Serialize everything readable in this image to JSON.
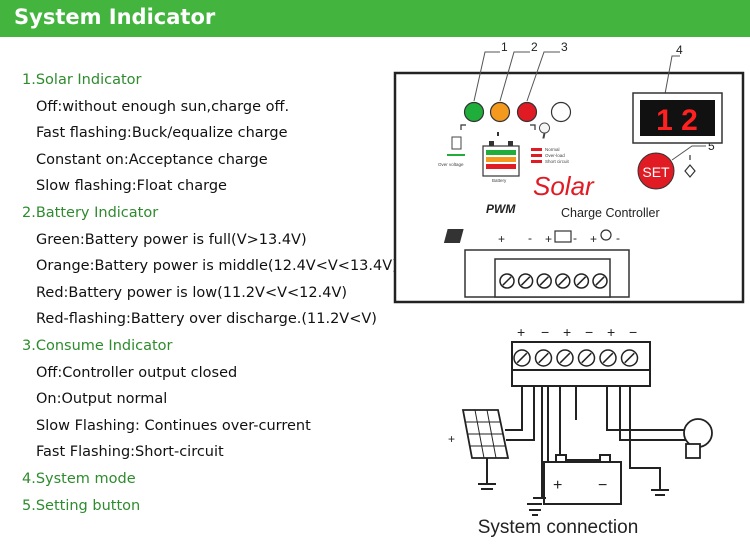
{
  "header": {
    "title": "System Indicator",
    "accent": "#43b53e"
  },
  "left_text": [
    {
      "kind": "head",
      "text": "1.Solar Indicator"
    },
    {
      "kind": "item",
      "text": "Off:without enough sun,charge off."
    },
    {
      "kind": "item",
      "text": "Fast flashing:Buck/equalize charge"
    },
    {
      "kind": "item",
      "text": "Constant on:Acceptance charge"
    },
    {
      "kind": "item",
      "text": "Slow flashing:Float charge"
    },
    {
      "kind": "head",
      "text": "2.Battery Indicator"
    },
    {
      "kind": "item",
      "text": "Green:Battery power is full(V>13.4V)"
    },
    {
      "kind": "item",
      "text": "Orange:Battery power is middle(12.4V<V<13.4V)"
    },
    {
      "kind": "item",
      "text": "Red:Battery power is low(11.2V<V<12.4V)"
    },
    {
      "kind": "item",
      "text": "Red-flashing:Battery over discharge.(11.2V<V)"
    },
    {
      "kind": "head",
      "text": "3.Consume Indicator"
    },
    {
      "kind": "item",
      "text": "Off:Controller output closed"
    },
    {
      "kind": "item",
      "text": "On:Output normal"
    },
    {
      "kind": "item",
      "text": "Slow Flashing: Continues over-current"
    },
    {
      "kind": "item",
      "text": "Fast Flashing:Short-circuit"
    },
    {
      "kind": "head",
      "text": "4.System mode"
    },
    {
      "kind": "head",
      "text": "5.Setting button"
    }
  ],
  "controller": {
    "callouts": [
      "1",
      "2",
      "3",
      "4",
      "5"
    ],
    "display": "1 2",
    "set_label": "SET",
    "brand": "Solar",
    "pwm": "PWM",
    "subtitle": "Charge Controller",
    "icon_labels": {
      "over_voltage": "Over voltage",
      "battery": "Battery",
      "normal": "Normal",
      "overload": "Over-load",
      "short_circuit": "Short circuit"
    },
    "plus_minus": [
      "+",
      "-",
      "+",
      "-",
      "+",
      "-"
    ],
    "led_colors": [
      "#1fae3a",
      "#f39a1e",
      "#e01b24",
      "#ffffff"
    ]
  },
  "connection": {
    "terminal_signs": [
      "+",
      "−",
      "+",
      "−",
      "+",
      "−"
    ],
    "battery_signs": [
      "+",
      "−"
    ],
    "panel_sign": "+",
    "caption": "System connection"
  }
}
